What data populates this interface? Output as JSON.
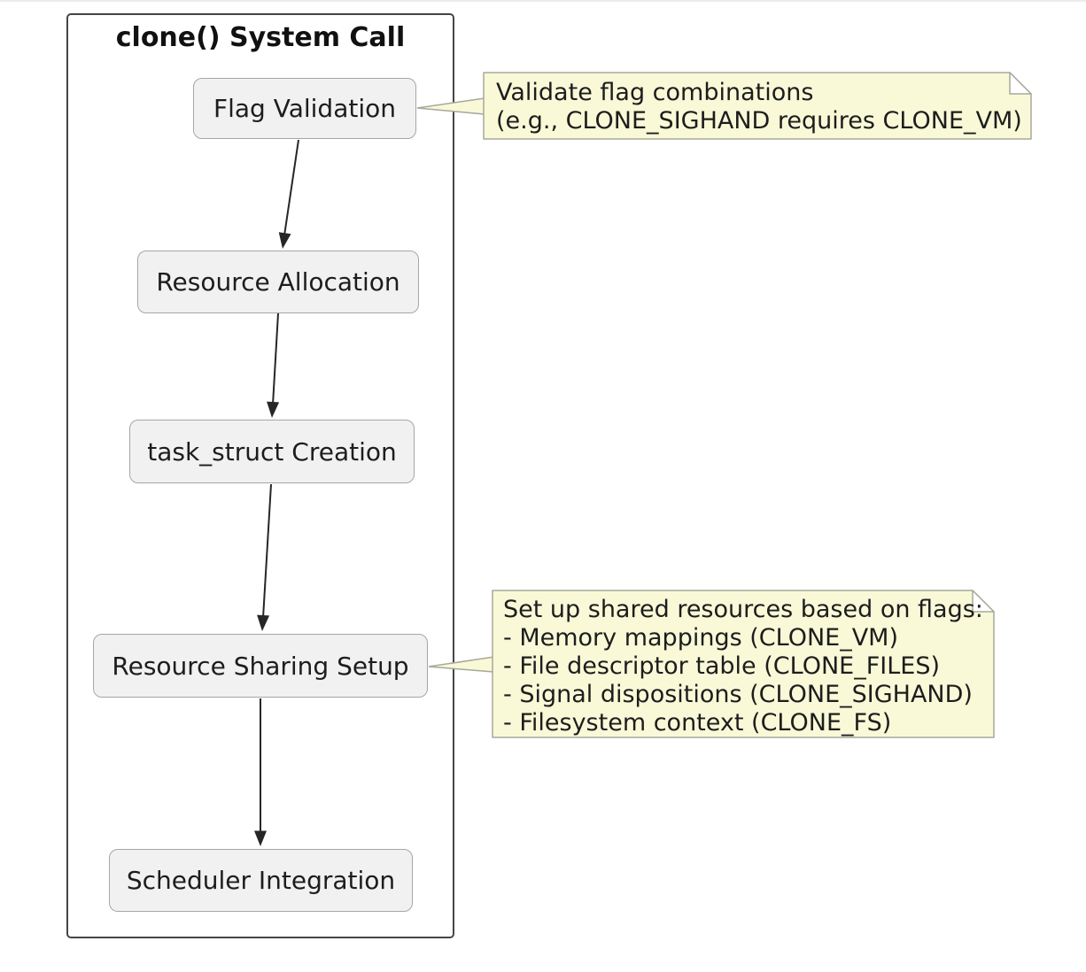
{
  "diagram": {
    "title": "clone() System Call",
    "nodes": [
      {
        "id": "flag-validation",
        "label": "Flag Validation"
      },
      {
        "id": "resource-allocation",
        "label": "Resource Allocation"
      },
      {
        "id": "task-struct-creation",
        "label": "task_struct Creation"
      },
      {
        "id": "resource-sharing-setup",
        "label": "Resource Sharing Setup"
      },
      {
        "id": "scheduler-integration",
        "label": "Scheduler Integration"
      }
    ],
    "edges": [
      {
        "from": "flag-validation",
        "to": "resource-allocation"
      },
      {
        "from": "resource-allocation",
        "to": "task-struct-creation"
      },
      {
        "from": "task-struct-creation",
        "to": "resource-sharing-setup"
      },
      {
        "from": "resource-sharing-setup",
        "to": "scheduler-integration"
      }
    ],
    "notes": [
      {
        "attached_to": "flag-validation",
        "text": "Validate flag combinations\n(e.g., CLONE_SIGHAND requires CLONE_VM)"
      },
      {
        "attached_to": "resource-sharing-setup",
        "text": "Set up shared resources based on flags:\n- Memory mappings (CLONE_VM)\n- File descriptor table (CLONE_FILES)\n- Signal dispositions (CLONE_SIGHAND)\n- Filesystem context (CLONE_FS)"
      }
    ],
    "colors": {
      "node_fill": "#F1F1F1",
      "node_border": "#A6A6A6",
      "note_fill": "#F9F9D8",
      "note_border": "#A8A89B",
      "container_border": "#454545",
      "arrow_color": "#262626",
      "text_color": "#1D1D1D"
    }
  }
}
